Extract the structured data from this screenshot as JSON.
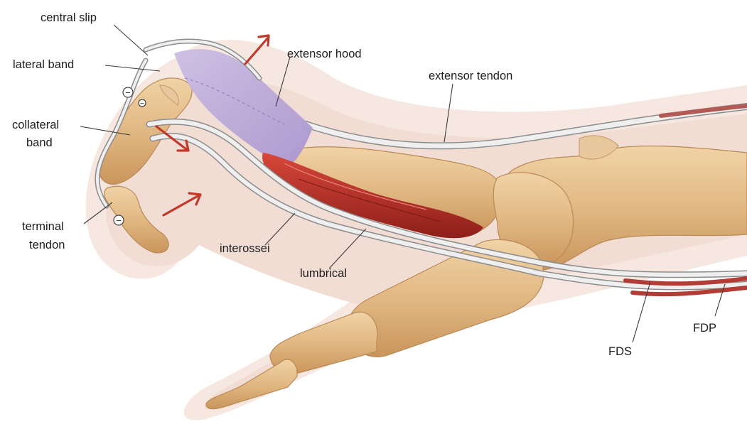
{
  "diagram": {
    "labels": {
      "central_slip": "central slip",
      "lateral_band": "lateral band",
      "collateral_band_line1": "collateral",
      "collateral_band_line2": "band",
      "terminal_tendon_line1": "terminal",
      "terminal_tendon_line2": "tendon",
      "extensor_hood": "extensor hood",
      "extensor_tendon": "extensor tendon",
      "interossei": "interossei",
      "lumbrical": "lumbrical",
      "fds": "FDS",
      "fdp": "FDP"
    },
    "signs": [
      "−",
      "−",
      "−"
    ],
    "colors": {
      "bone": "#e2bb86",
      "skin": "#f6e6df",
      "hood": "#b9a6d6",
      "muscle": "#b8322a",
      "arrow": "#c0392b",
      "tendon": "#d9d9d9"
    }
  }
}
